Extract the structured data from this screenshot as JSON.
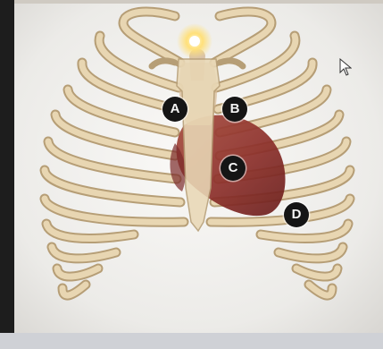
{
  "markers": {
    "a": "A",
    "b": "B",
    "c": "C",
    "d": "D"
  },
  "icons": {
    "pointer": "mouse-pointer-icon"
  },
  "colors": {
    "bone": "#e8d6b2",
    "bone_edge": "#b69e76",
    "heart": "#8c2f2a",
    "marker_fill": "#151515",
    "marker_text": "#f4f4f4",
    "background": "#f1efec"
  }
}
